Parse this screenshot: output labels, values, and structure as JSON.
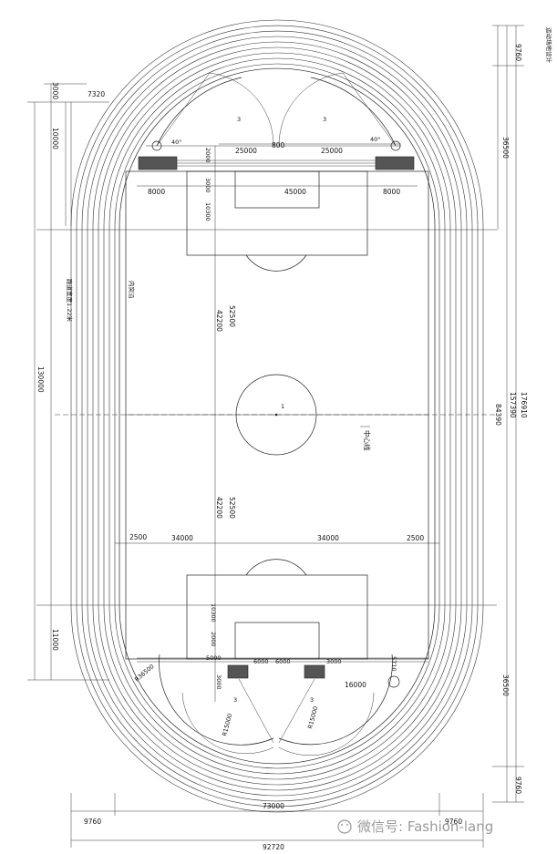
{
  "dims": {
    "top_right_9760": "9760",
    "top_right_36500": "36500",
    "right_84390": "84390",
    "right_157390": "157390",
    "right_176910": "176910",
    "bottom_right_36500": "36500",
    "bottom_right_9760": "9760",
    "top_left_3000": "3000",
    "top_left_7320": "7320",
    "top_left_10000": "10000",
    "left_130000": "130000",
    "left_11000": "11000",
    "top_25000_l": "25000",
    "top_25000_r": "25000",
    "top_800": "800",
    "top_2000": "2000",
    "top_8000_l": "8000",
    "top_8000_r": "8000",
    "top_45000": "45000",
    "top_3000_b": "3000",
    "top_10300": "10300",
    "top_40deg_l": "40°",
    "top_40deg_r": "40°",
    "mid_52500_t": "52500",
    "mid_42200_t": "42200",
    "mid_52500_b": "52500",
    "mid_42200_b": "42200",
    "mid_2500_l": "2500",
    "mid_34000_l": "34000",
    "mid_34000_r": "34000",
    "mid_2500_r": "2500",
    "bot_10300": "10300",
    "bot_2000": "2000",
    "bot_5000": "5000",
    "bot_6000_l": "6000",
    "bot_6000_r": "6000",
    "bot_3000_r": "3000",
    "bot_16000": "16000",
    "bot_r36500": "R36500",
    "bot_r15000_l": "R15000",
    "bot_r15000_r": "R15000",
    "bot_3000_l": "3000",
    "bot_5710": "5710",
    "bot_73000": "73000",
    "bot_9760_l": "9760",
    "bot_9760_r": "9760",
    "bot_92720": "92720"
  },
  "labels": {
    "center_line": "中心线",
    "inner_edge_label": "内突沿",
    "straight_lane_label": "跑道宽度1.22米",
    "sector_l": "3",
    "sector_r": "3",
    "bottom_sector_l": "3",
    "bottom_sector_r": "3",
    "center_circle_num": "1",
    "top_right_vertical_note": "运动场地设计"
  },
  "watermark": {
    "text": "微信号: Fashion-lang"
  },
  "colors": {
    "line": "#222222",
    "watermark": "#9a9a9a"
  }
}
